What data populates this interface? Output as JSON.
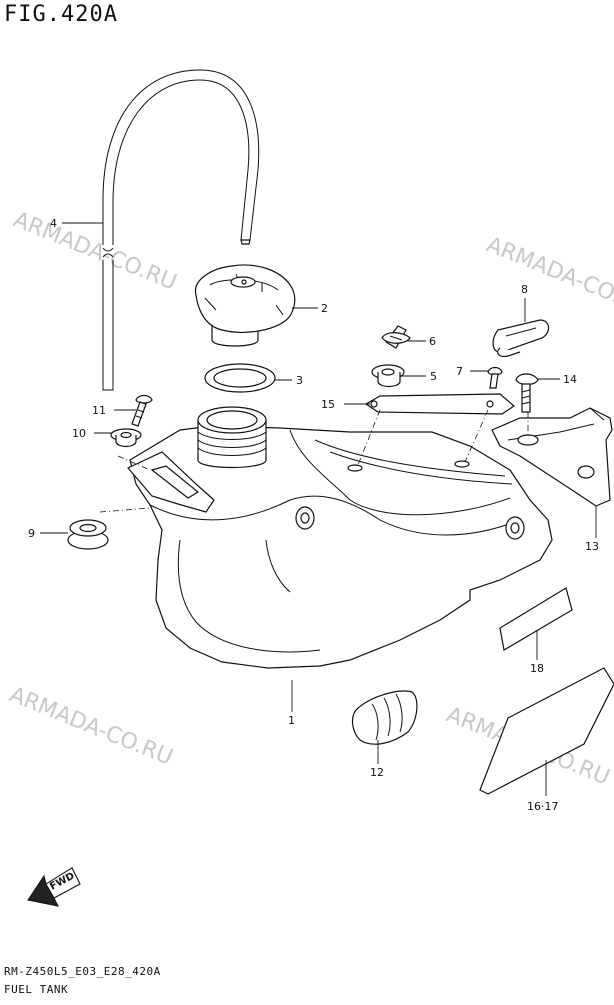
{
  "figure": {
    "title": "FIG.420A",
    "code": "RM-Z450L5_E03_E28_420A",
    "name": "FUEL TANK"
  },
  "watermark": "ARMADA-CO.RU",
  "fwd_label": "FWD",
  "callouts": {
    "c1": "1",
    "c2": "2",
    "c3": "3",
    "c4": "4",
    "c5": "5",
    "c6": "6",
    "c7": "7",
    "c8": "8",
    "c9": "9",
    "c10": "10",
    "c11": "11",
    "c12": "12",
    "c13": "13",
    "c14": "14",
    "c15": "15",
    "c16_17": "16·17",
    "c18": "18"
  }
}
